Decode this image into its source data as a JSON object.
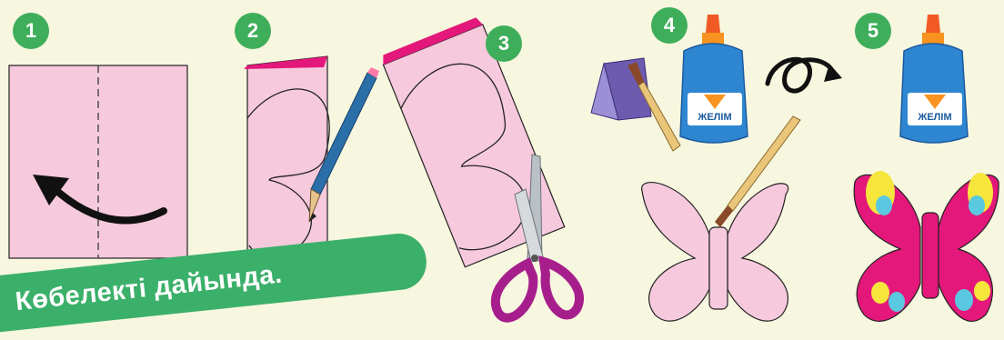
{
  "steps": [
    {
      "number": "1",
      "caption": "fold paper"
    },
    {
      "number": "2",
      "caption": "trace outline"
    },
    {
      "number": "3",
      "caption": "cut along outline"
    },
    {
      "number": "4",
      "caption": "glue the body"
    },
    {
      "number": "5",
      "caption": "decorate butterfly"
    }
  ],
  "glue_label": "ЖЕЛІМ",
  "title": "Көбелекті дайында.",
  "colors": {
    "background": "#f7f6df",
    "paper_pink": "#f6c9dc",
    "magenta": "#e4187a",
    "badge_green": "#3fae5a",
    "banner_green": "#3bb06a",
    "glue_blue": "#2e86d1",
    "pencil_blue": "#2a6fa8",
    "scissors_purple": "#a61e8c"
  }
}
